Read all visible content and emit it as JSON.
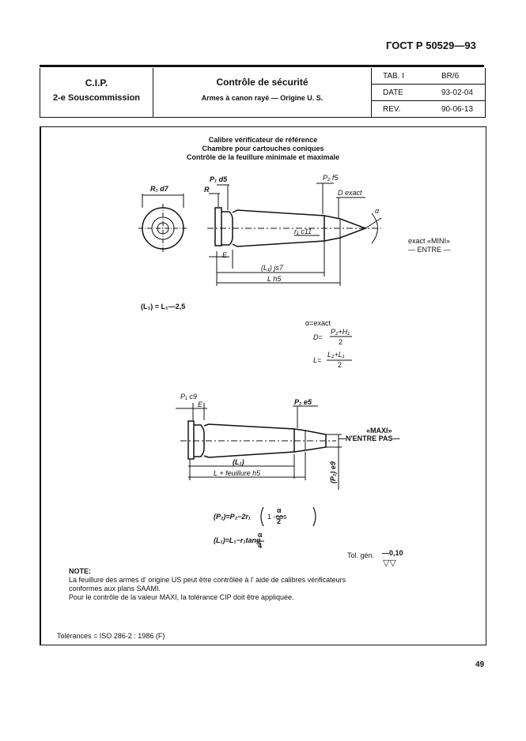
{
  "document_ref": "ГОСТ Р 50529—93",
  "header": {
    "org": "C.I.P.",
    "subcommission": "2-e Souscommission",
    "title": "Contrôle de sécurité",
    "subtitle": "Armes à canon rayé — Origine U. S.",
    "meta": [
      {
        "key": "TAB. I",
        "value": "BR/6"
      },
      {
        "key": "DATE",
        "value": "93-02-04"
      },
      {
        "key": "REV.",
        "value": "90-06-13"
      }
    ]
  },
  "figure": {
    "title_lines": [
      "Calibre vérificateur de référence",
      "Chambre pour cartouches coniques",
      "Contrôle de la feuillure minimale et maximale"
    ],
    "mini_labels": {
      "r1_d7": "R₁ d7",
      "p1_d5": "P₁ d5",
      "r": "R",
      "p2_f5": "P₂ f5",
      "d_exact": "D exact",
      "alpha": "α",
      "r1_c11": "r₁ c11",
      "e": "E",
      "l1_js7": "(L₁) js7",
      "l_h5": "L h5",
      "exact_mini": "exact «MINI»",
      "entre": "— ENTRE —"
    },
    "formula_l1": "(L₁) = L₁—2,5",
    "formulas_mid": {
      "alpha_exact": "α=exact",
      "d_lhs": "D=",
      "d_num": "P₂+H₁",
      "d_den": "2",
      "l_lhs": "L=",
      "l_num": "L₂+L₁",
      "l_den": "2"
    },
    "maxi_labels": {
      "p1_c9": "P₁ c9",
      "e": "E",
      "p2_e5": "P₂ e5",
      "l1": "(L₁)",
      "l_feuillure": "L + feuillure h5",
      "p2_e9": "(P₂) e9",
      "maxi": "«MAXI»",
      "nentre_pas": "—N'ENTRE PAS—"
    },
    "formula_p2": "(P₂)=P₂−2r₁",
    "formula_p2_paren_body": "1 -cos",
    "formula_alpha": "α",
    "formula_two": "2",
    "formula_l1_tang": "(L₁)=L₁−r₁tang",
    "formula_four": "4",
    "tol_gen_label": "Tol. gén.",
    "tol_gen_value": "—0,10",
    "tol_gen_symbol": "▽▽"
  },
  "note": {
    "heading": "NOTE:",
    "lines": [
      "La feuillure des armes d' origine US peut être contrôlée à l' aide de calibres vérificateurs",
      "conformes aux plans SAAMI.",
      "Pour le contrôle de la valeur MAXI, la tolérance CIP doit être appliquée."
    ]
  },
  "tolerances": "Tolérances = ISO 286-2 : 1986 (F)",
  "page_number": "49"
}
